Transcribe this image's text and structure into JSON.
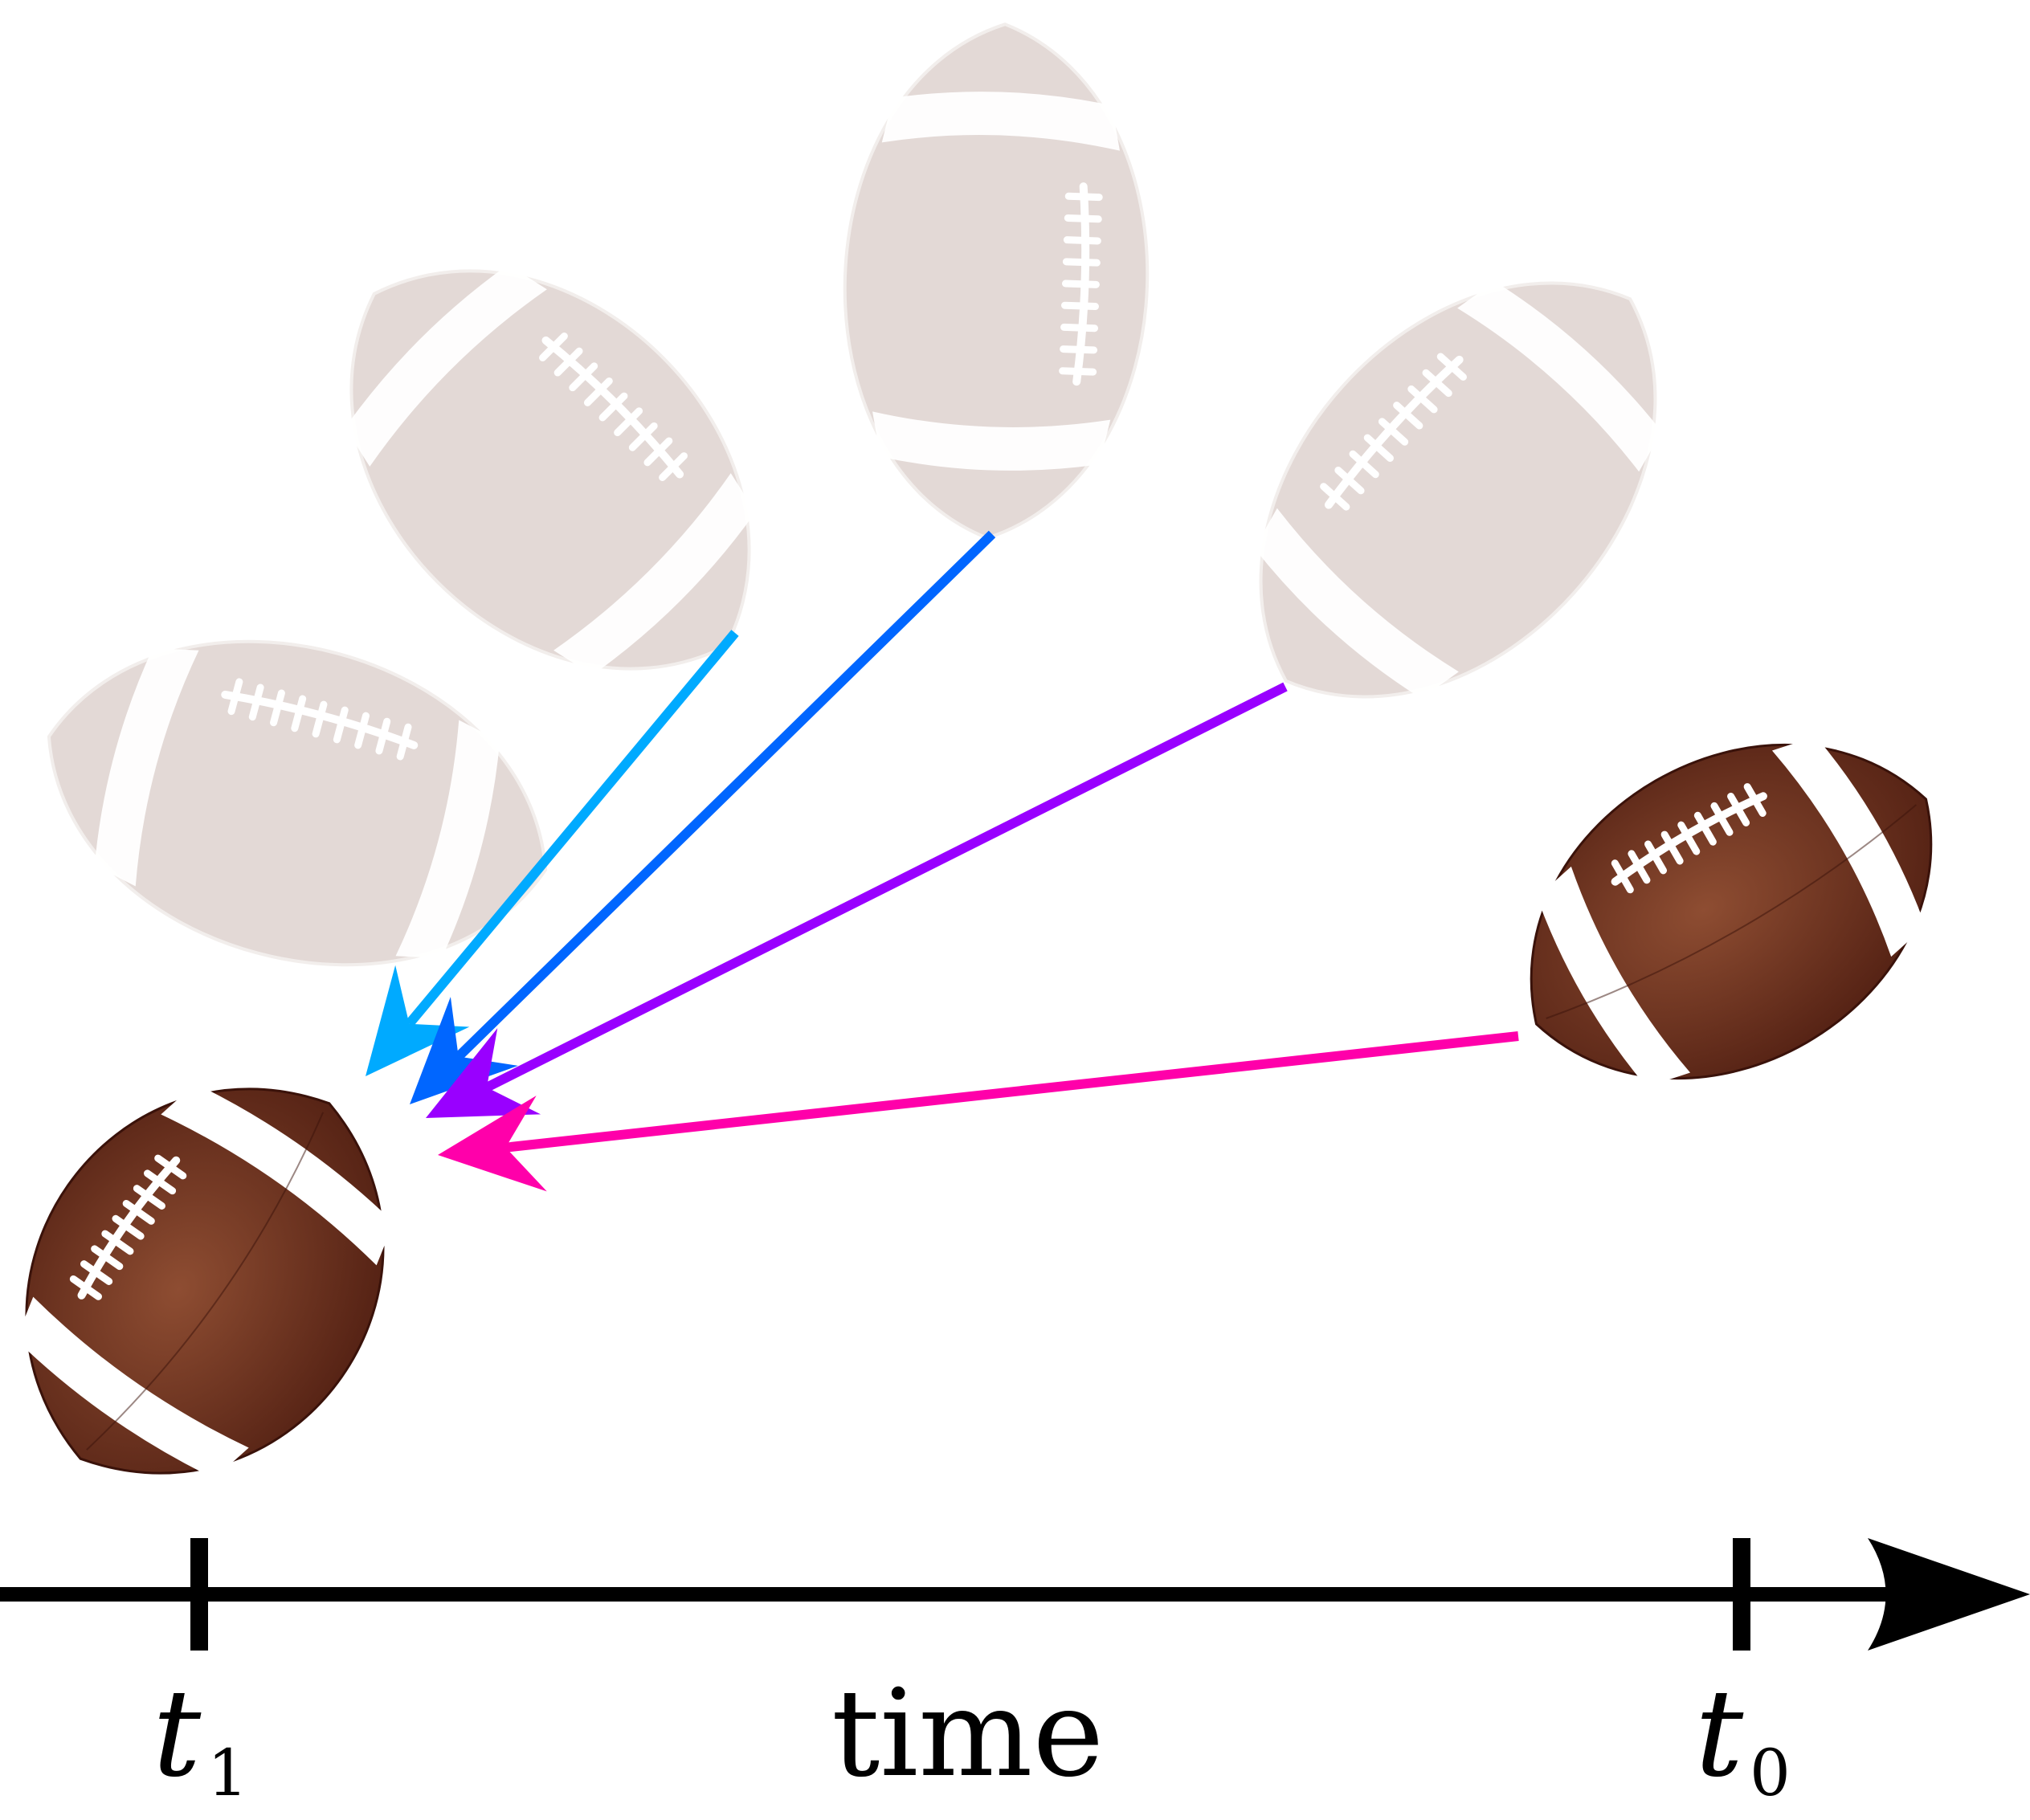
{
  "axis": {
    "word": "time",
    "t1": {
      "base": "t",
      "sub": "1"
    },
    "t0": {
      "base": "t",
      "sub": "0"
    }
  },
  "balls": [
    {
      "name": "ball-target",
      "state": "solid"
    },
    {
      "name": "ball-initial",
      "state": "solid"
    },
    {
      "name": "ball-faded-1",
      "state": "faded"
    },
    {
      "name": "ball-faded-2",
      "state": "faded"
    },
    {
      "name": "ball-faded-3",
      "state": "faded"
    },
    {
      "name": "ball-faded-4",
      "state": "faded"
    }
  ],
  "arrows": [
    {
      "name": "arrow-cyan",
      "color": "#00aaff"
    },
    {
      "name": "arrow-blue",
      "color": "#0066ff"
    },
    {
      "name": "arrow-purple",
      "color": "#9900ff"
    },
    {
      "name": "arrow-magenta",
      "color": "#ff00aa"
    }
  ],
  "colors": {
    "ball_dark": "#5a1f12",
    "ball_light": "#8b4a2f",
    "ball_faded": "#e3d9d6",
    "stripe": "#ffffff",
    "axis": "#000000"
  }
}
